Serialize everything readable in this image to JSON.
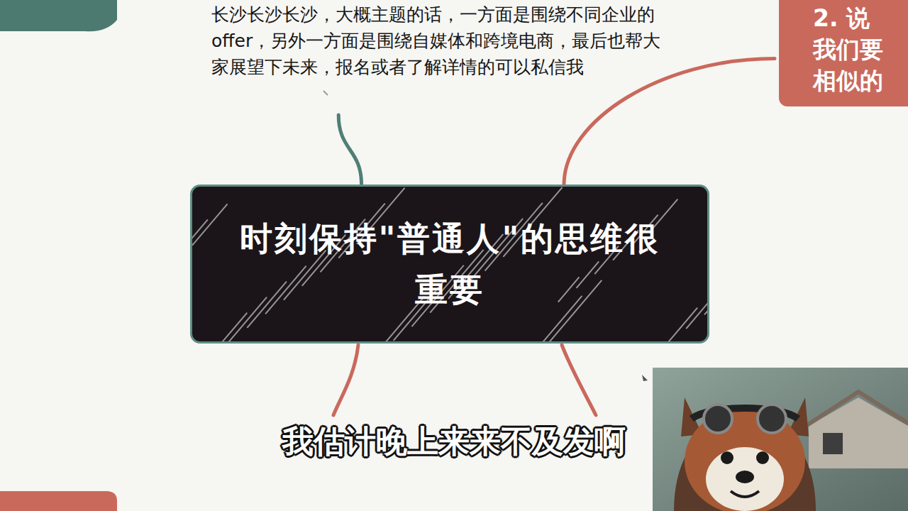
{
  "diagram": {
    "nodes": [
      {
        "text": [
          "长沙长沙长沙，大概主题的话，一方面是围绕不同企业的offer，另外一方面是围绕自媒体和跨境电商，最后也帮大家展望下未来，报名或者了解详情的可以私信我"
        ]
      },
      {
        "text": [
          "2. 说 我们要 相似的"
        ]
      },
      {
        "text": [
          "时刻保持\"普通人\"的思维很重要"
        ]
      }
    ],
    "edges": [
      {
        "from": 2,
        "to": 0,
        "arrow": "none"
      },
      {
        "from": 2,
        "to": 1,
        "arrow": "none"
      }
    ],
    "labels": [
      "我估计晚上来来不及发啊"
    ]
  }
}
